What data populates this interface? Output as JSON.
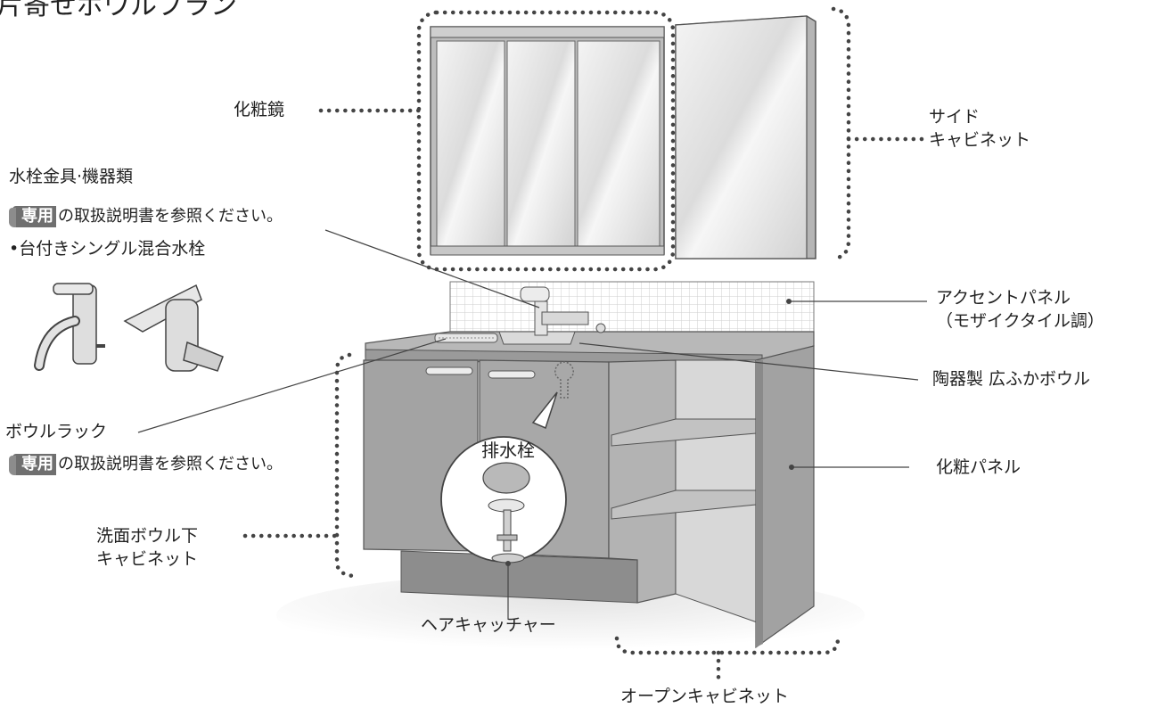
{
  "title": "片寄せボウルプラン",
  "labels": {
    "mirror": "化粧鏡",
    "side_cabinet": [
      "サイド",
      "キャビネット"
    ],
    "faucet_heading": "水栓金具·機器類",
    "badge": "専用",
    "manual_ref": "の取扱説明書を参照ください。",
    "faucet_type": "•台付きシングル混合水栓",
    "accent_panel": [
      "アクセントパネル",
      "（モザイクタイル調）"
    ],
    "bowl": "陶器製 広ふかボウル",
    "bowl_rack": "ボウルラック",
    "drain": "排水栓",
    "decor_panel": "化粧パネル",
    "under_cabinet": [
      "洗面ボウル下",
      "キャビネット"
    ],
    "hair_catcher": "ヘアキャッチャー",
    "open_cabinet": "オープンキャビネット"
  },
  "colors": {
    "cabinet": "#a3a3a3",
    "cabinet_dark": "#8a8a8a",
    "mirror": "#e6e6e6",
    "line": "#444444"
  }
}
